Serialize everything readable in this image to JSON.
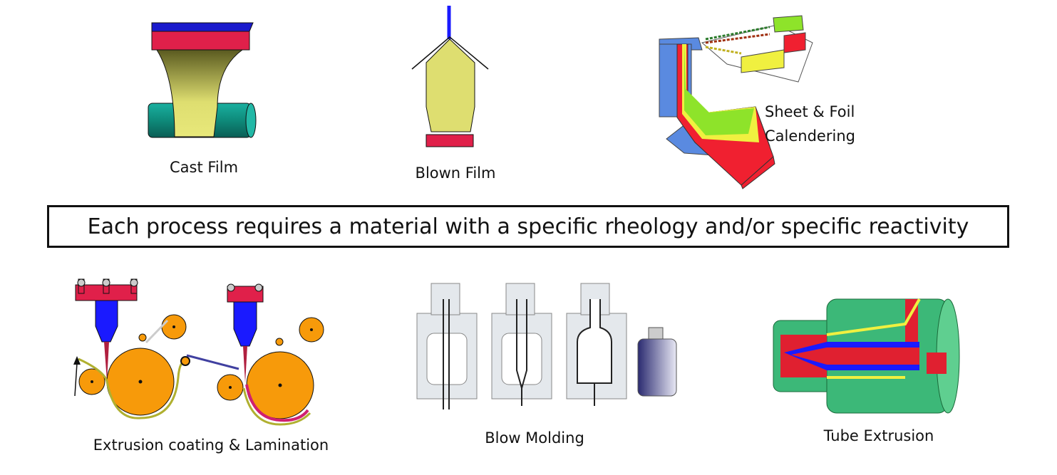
{
  "processes": {
    "cast_film": "Cast Film",
    "blown_film": "Blown Film",
    "calendering_line1": "Sheet & Foil",
    "calendering_line2": "Calendering",
    "extrusion_coating": "Extrusion coating & Lamination",
    "blow_molding": "Blow Molding",
    "tube_extrusion": "Tube Extrusion"
  },
  "banner": "Each process requires a material with a specific rheology and/or specific reactivity",
  "colors": {
    "red": "#e0204a",
    "blue": "#1a1aff",
    "yellow": "#dede70",
    "teal": "#1a9e8e",
    "orange": "#f79a0a",
    "green": "#3cb878",
    "lime": "#8ee32a"
  }
}
